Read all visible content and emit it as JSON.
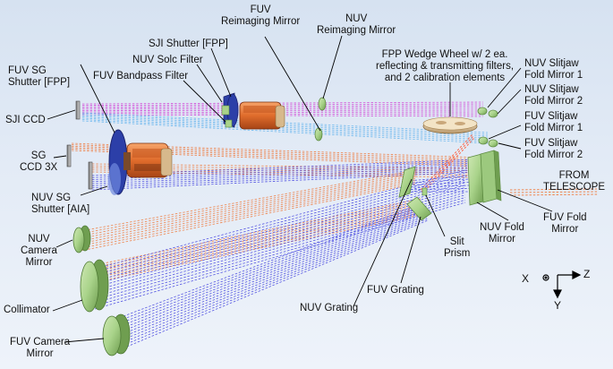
{
  "diagram": {
    "labels": {
      "fuv_reimaging_mirror": [
        "FUV",
        "Reimaging Mirror"
      ],
      "nuv_reimaging_mirror": [
        "NUV",
        "Reimaging Mirror"
      ],
      "sji_shutter": [
        "SJI Shutter [FPP]"
      ],
      "nuv_solc_filter": [
        "NUV Solc Filter"
      ],
      "fuv_bandpass_filter": [
        "FUV Bandpass Filter"
      ],
      "fuv_sg_shutter": [
        "FUV SG",
        "Shutter [FPP]"
      ],
      "sji_ccd": [
        "SJI CCD"
      ],
      "sg_ccd": [
        "SG",
        "CCD 3X"
      ],
      "nuv_sg_shutter": [
        "NUV SG",
        "Shutter [AIA]"
      ],
      "fpp_wedge_wheel": [
        "FPP Wedge Wheel w/ 2 ea.",
        "reflecting & transmitting filters,",
        "and 2 calibration elements"
      ],
      "nuv_slitjaw_fold_mirror_1": [
        "NUV Slitjaw",
        "Fold Mirror 1"
      ],
      "nuv_slitjaw_fold_mirror_2": [
        "NUV Slitjaw",
        "Fold Mirror 2"
      ],
      "fuv_slitjaw_fold_mirror_1": [
        "FUV Slitjaw",
        "Fold Mirror 1"
      ],
      "fuv_slitjaw_fold_mirror_2": [
        "FUV Slitjaw",
        "Fold Mirror 2"
      ],
      "from_telescope": [
        "FROM",
        "TELESCOPE"
      ],
      "nuv_camera_mirror": [
        "NUV",
        "Camera",
        "Mirror"
      ],
      "collimator": [
        "Collimator"
      ],
      "fuv_camera_mirror": [
        "FUV Camera",
        "Mirror"
      ],
      "nuv_grating": [
        "NUV Grating"
      ],
      "fuv_grating": [
        "FUV Grating"
      ],
      "slit_prism": [
        "Slit",
        "Prism"
      ],
      "nuv_fold_mirror": [
        "NUV Fold",
        "Mirror"
      ],
      "fuv_fold_mirror": [
        "FUV Fold",
        "Mirror"
      ]
    },
    "axes": {
      "x": "X",
      "y": "Y",
      "z": "Z"
    }
  },
  "colors": {
    "sji_beam": "#d24ad8",
    "light_blue_beam": "#68b6ee",
    "orange_beam": "#ef7a3c",
    "blue_beam": "#4848e0",
    "optic_green": "#a9d38a",
    "optic_green_dark": "#5e8c42",
    "camera_orange": "#e06c2c",
    "shutter_blue": "#2f3fa8"
  }
}
